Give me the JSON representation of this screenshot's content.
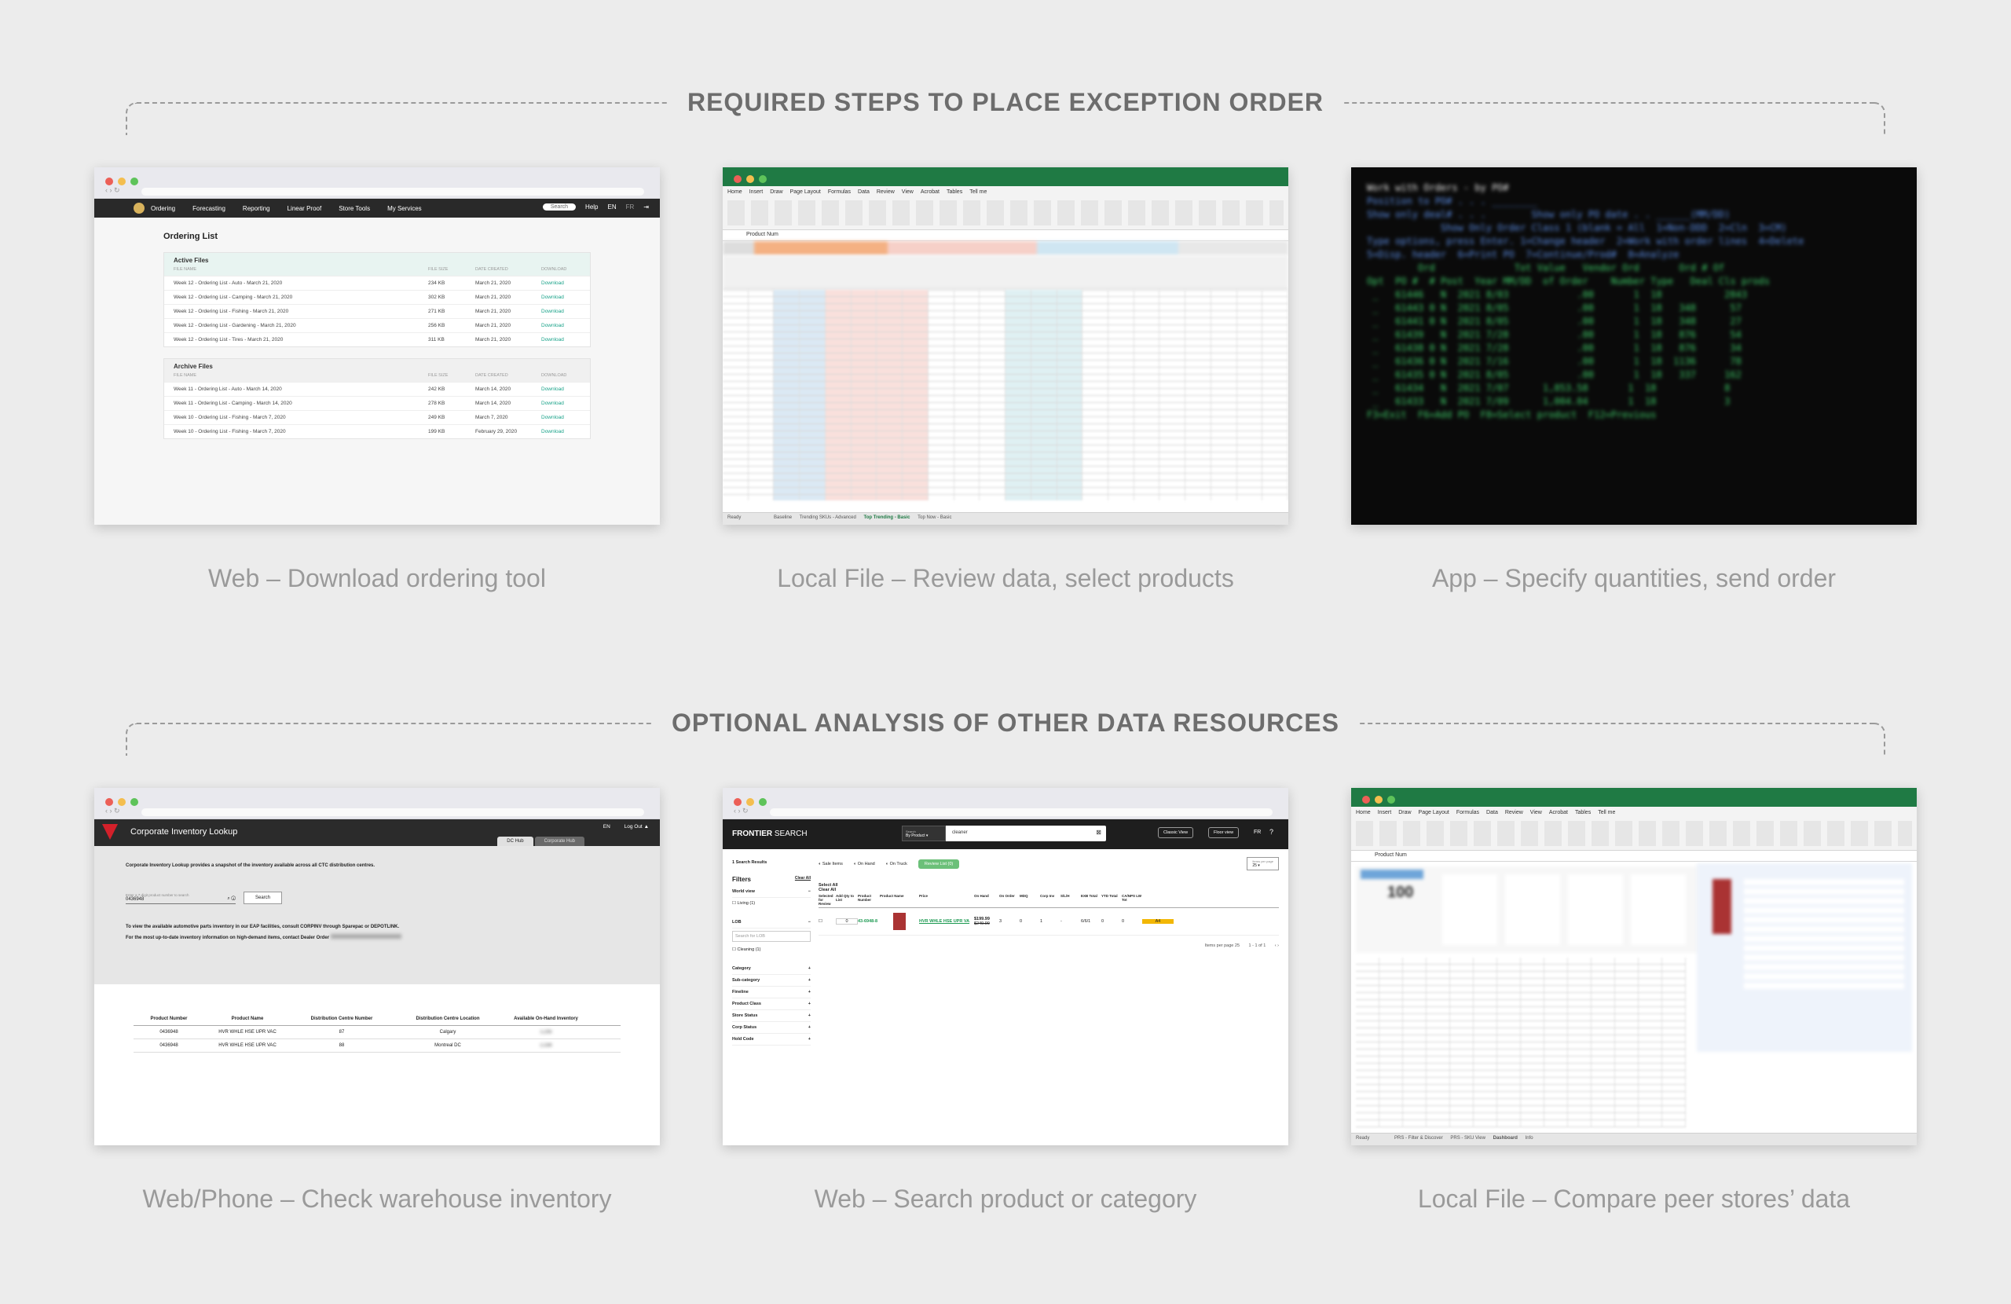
{
  "sections": {
    "required": "REQUIRED STEPS TO PLACE EXCEPTION ORDER",
    "optional": "OPTIONAL ANALYSIS OF OTHER DATA RESOURCES"
  },
  "captions": {
    "c1": "Web – Download ordering tool",
    "c2": "Local File – Review data, select products",
    "c3": "App – Specify quantities, send order",
    "c4": "Web/Phone – Check warehouse inventory",
    "c5": "Web – Search product or category",
    "c6": "Local File – Compare peer stores’ data"
  },
  "ordering": {
    "nav": [
      "Ordering",
      "Forecasting",
      "Reporting",
      "Linear Proof",
      "Store Tools",
      "My Services"
    ],
    "search": "Search",
    "help": "Help",
    "lang": "EN",
    "lang_alt": "FR",
    "title": "Ordering List",
    "active": {
      "heading": "Active Files",
      "cols": [
        "FILE NAME",
        "FILE SIZE",
        "DATE CREATED",
        "DOWNLOAD"
      ],
      "rows": [
        [
          "Week 12 - Ordering List - Auto - March 21, 2020",
          "234 KB",
          "March 21, 2020",
          "Download"
        ],
        [
          "Week 12 - Ordering List - Camping - March 21, 2020",
          "302 KB",
          "March 21, 2020",
          "Download"
        ],
        [
          "Week 12 - Ordering List - Fishing - March 21, 2020",
          "271 KB",
          "March 21, 2020",
          "Download"
        ],
        [
          "Week 12 - Ordering List - Gardening - March 21, 2020",
          "256 KB",
          "March 21, 2020",
          "Download"
        ],
        [
          "Week 12 - Ordering List - Tires - March 21, 2020",
          "311 KB",
          "March 21, 2020",
          "Download"
        ]
      ]
    },
    "archive": {
      "heading": "Archive Files",
      "cols": [
        "FILE NAME",
        "FILE SIZE",
        "DATE CREATED",
        "DOWNLOAD"
      ],
      "rows": [
        [
          "Week 11 - Ordering List - Auto - March 14, 2020",
          "242 KB",
          "March 14, 2020",
          "Download"
        ],
        [
          "Week 11 - Ordering List - Camping - March 14, 2020",
          "278 KB",
          "March 14, 2020",
          "Download"
        ],
        [
          "Week 10 - Ordering List - Fishing - March 7, 2020",
          "249 KB",
          "March 7, 2020",
          "Download"
        ],
        [
          "Week 10 - Ordering List - Fishing - March 7, 2020",
          "199 KB",
          "February 29, 2020",
          "Download"
        ]
      ]
    }
  },
  "excel1": {
    "tabs": [
      "Home",
      "Insert",
      "Draw",
      "Page Layout",
      "Formulas",
      "Data",
      "Review",
      "View",
      "Acrobat",
      "Tables",
      "Tell me"
    ],
    "formula": "Product Num",
    "status": "Ready",
    "sheets": [
      "Baseline",
      "Trending SKUs - Advanced",
      "Top Trending - Basic",
      "Top Now - Basic"
    ]
  },
  "terminal": {
    "title": "Work with Orders - by PO#",
    "lines": [
      "Position to PO# . . . ________",
      "Show only deal# . . .        Show only PO date . . ______(MM/DD)",
      "             Show Only Order Class 1 (blank = All  1=Non-DDD  2=Cln  3=CM)",
      "",
      "Type options, press Enter. 1=Change header  2=Work with order lines  4=Delete",
      "5=Disp. header  6=Print PO  7=Continue/Prod#  8=Analyze",
      "",
      "         Ord              Tot Value   Vendor Ord       Ord # Of",
      "Opt  PO #  # Post  Year MM/DD  of Order    Number Type   Deal Cls prods",
      "",
      " _   61446   N  2021 8/03            .00       1  18           2843",
      " _   61443 0 N  2021 8/05            .00       1  18   348      57",
      " _   61441 0 N  2021 8/05            .00       1  18   348      27",
      " _   61439   N  2021 7/28            .00       1  18   876      54",
      " _   61438 0 N  2021 7/28            .00       1  18   876      34",
      " _   61436 0 N  2021 7/16            .00       1  18  1136      78",
      " _   61435 0 N  2021 8/05            .00       1  18   337     162",
      " _   61434   N  2021 7/07      1,853.58       1  18            8",
      " _   61433   N  2021 7/09      1,004.04       1  18            3",
      "",
      "F3=Exit  F6=Add PO  F8=Select product  F12=Previous"
    ]
  },
  "ctc": {
    "title": "Corporate Inventory Lookup",
    "tabs": [
      "DC Hub",
      "Corporate Hub"
    ],
    "lang": "EN",
    "logout": "Log Out",
    "intro": "Corporate Inventory Lookup provides a snapshot of the inventory available across all CTC distribution centres.",
    "input_label": "Enter a 7-digit product number to search",
    "input_value": "0436948",
    "search_btn": "Search",
    "note1": "To view the available automotive parts inventory in our EAP facilities, consult CORPINV through Sparepac or DEPOTLINK.",
    "note2": "For the most up-to-date inventory information on high-demand items, contact Dealer Order",
    "cols": [
      "Product Number",
      "Product Name",
      "Distribution Centre Number",
      "Distribution Centre Location",
      "Available On-Hand Inventory"
    ],
    "rows": [
      [
        "0436948",
        "HVR WHLE HSE UPR VAC",
        "87",
        "Calgary",
        "1,235"
      ],
      [
        "0436948",
        "HVR WHLE HSE UPR VAC",
        "88",
        "Montreal DC",
        "2,156"
      ]
    ]
  },
  "frontier": {
    "brand_a": "FRONTIER",
    "brand_b": "SEARCH",
    "search_type_label": "Search",
    "search_type": "By Product",
    "query": "cleaner",
    "btn_classic": "Classic View",
    "btn_floor": "Floor view",
    "lang": "FR",
    "results": "1 Search Results",
    "toggles": [
      "Sale Items",
      "On Hand",
      "On Truck"
    ],
    "review": "Review List (0)",
    "items_per_page_label": "Items per page",
    "items_per_page": "25",
    "filters_title": "Filters",
    "clear_all": "Clear All",
    "filters": [
      "World view",
      "LOB",
      "Category",
      "Sub-category",
      "Fineline",
      "Product Class",
      "Store Status",
      "Corp Status",
      "Hold Code"
    ],
    "world_opt": "Living (1)",
    "lob_search": "Search for LOB",
    "lob_opt": "Cleaning (1)",
    "select_all": "Select All",
    "clear_all_2": "Clear All",
    "cols": [
      "Selected for Review",
      "Add Qty to List",
      "Product Number",
      "Product Name",
      "Price",
      "On Hand",
      "On Order",
      "MDQ",
      "Corp Inv",
      "S/L/H",
      "EXB Total",
      "YTD Total",
      "CA/NPS LW Tot"
    ],
    "row": {
      "qty": "0",
      "num": "43-6948-8",
      "name": "HVR WHLE HSE UPR VA",
      "price": "$199.99",
      "was": "$249.99",
      "on_hand": "3",
      "on_order": "0",
      "mdq": "1",
      "corp": "-",
      "slh": "6/6/1",
      "exb": "0",
      "ytd": "0",
      "tag": "A4"
    },
    "pager": "Items per page 25",
    "range": "1 - 1 of 1"
  },
  "excel2": {
    "tabs": [
      "Home",
      "Insert",
      "Draw",
      "Page Layout",
      "Formulas",
      "Data",
      "Review",
      "View",
      "Acrobat",
      "Tables",
      "Tell me"
    ],
    "formula": "Product Num",
    "big": "100",
    "status": "Ready",
    "sheets": [
      "PRS - Filter & Discover",
      "PRS - SKU View",
      "Dashboard",
      "Info"
    ]
  }
}
